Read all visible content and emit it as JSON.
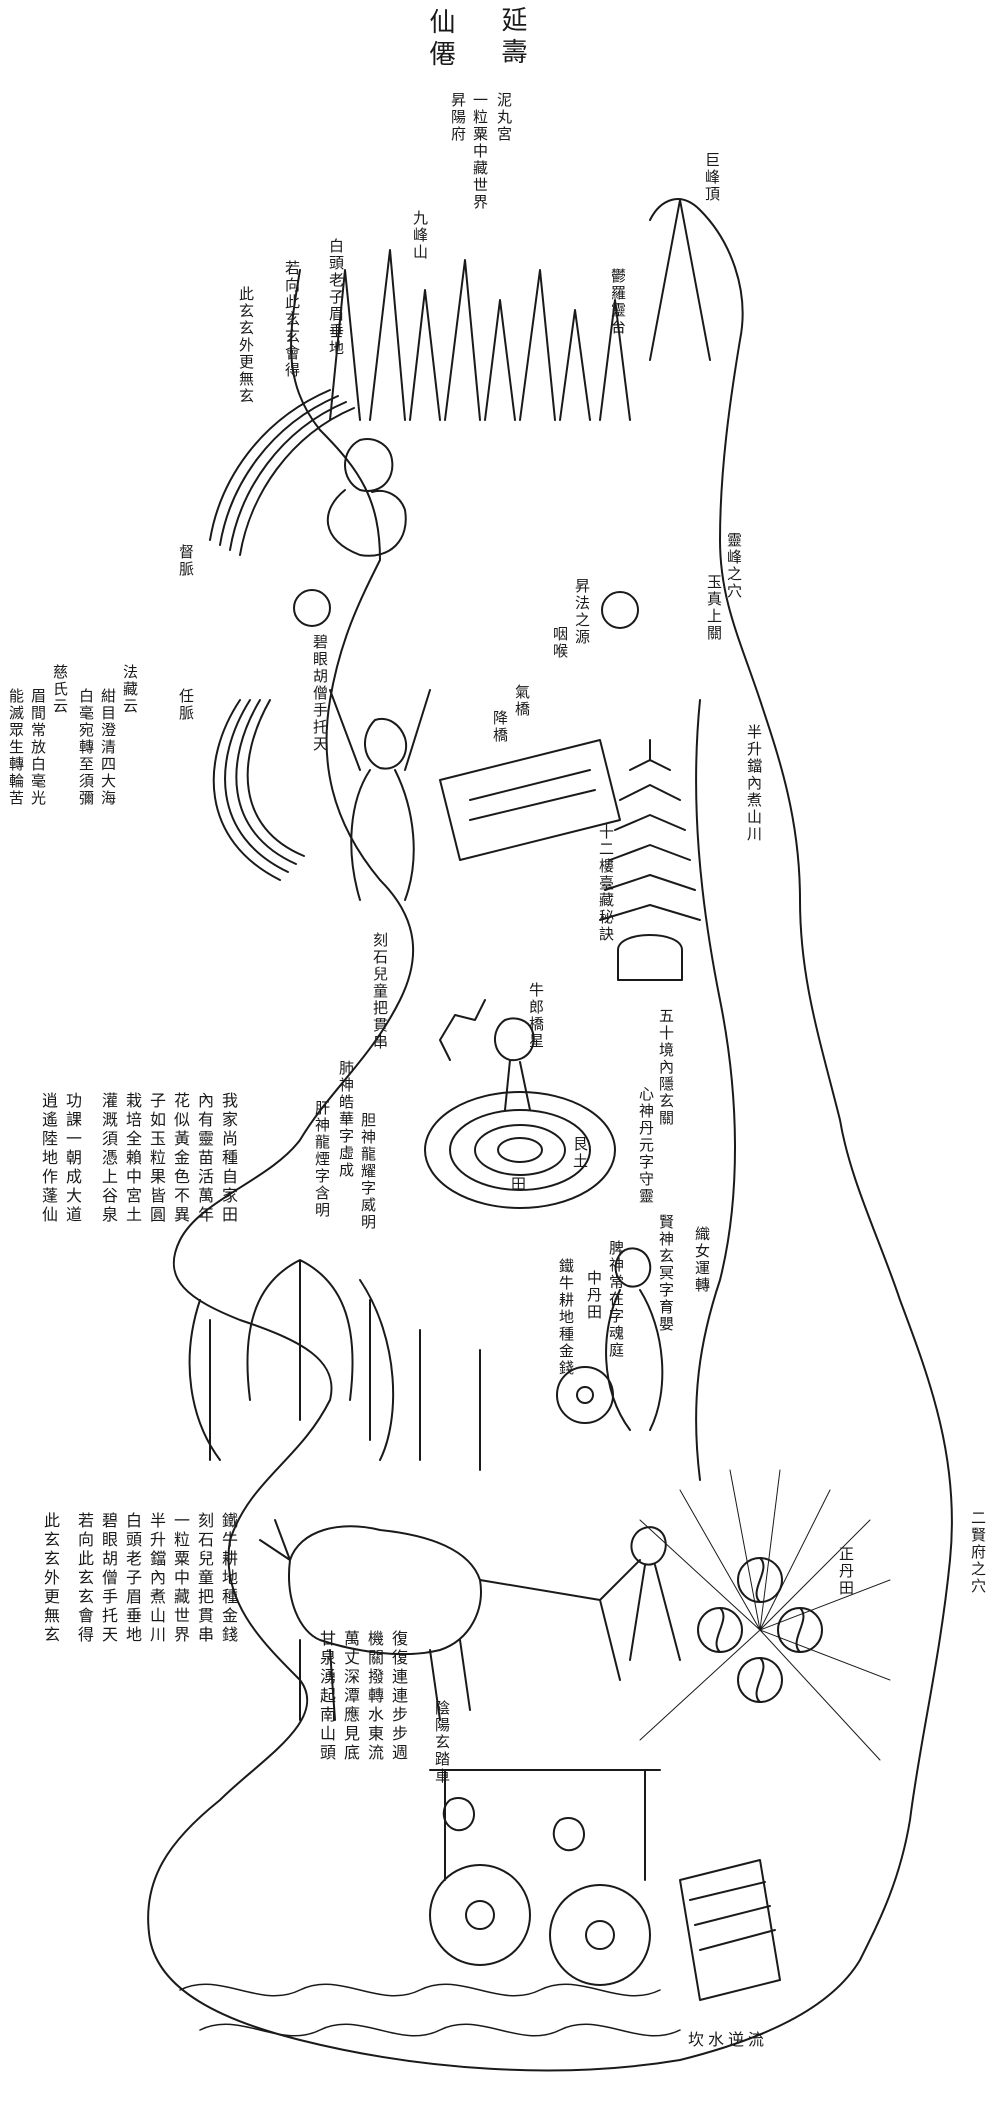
{
  "colors": {
    "ink": "#1a1a1a",
    "paper": "#ffffff"
  },
  "title": {
    "col1": "延壽",
    "col2": "仙僊"
  },
  "labels": {
    "niwan_a": "泥丸宮",
    "niwan_b": "一粒粟中藏世界",
    "niwan_c": "昇陽府",
    "jufeng": "巨峰頂",
    "jiufeng": "九峰山",
    "yuluo": "鬱羅靈台",
    "baitou_a": "白頭老子眉垂地",
    "baitou_b": "若向此玄玄會得",
    "cixuan": "此玄玄外更無玄",
    "dumai": "督脈",
    "lingfeng": "靈峰之穴",
    "yuzhen": "玉真上關",
    "shengfa": "昇法之源",
    "yanhou": "咽喉",
    "bilan": "碧眼胡僧手托天",
    "qiqiao_a": "氣橋",
    "qiqiao_b": "降橋",
    "renmai": "任脈",
    "fazang_a": "法藏云",
    "fazang_b": "紺目澄清四大海",
    "fazang_c": "白毫宛轉至須彌",
    "cishi_a": "慈氏云",
    "cishi_b": "眉間常放白毫光",
    "cishi_c": "能滅眾生轉輪苦",
    "banshe": "半升鐺內煮山川",
    "shier": "十二樓臺藏秘訣",
    "keshi": "刻石兒童把貫串",
    "niulang": "牛郎橋星",
    "wushi": "五十境內隱玄關",
    "xinshen": "心神丹元字守靈",
    "feishen": "肺神皓華字虛成",
    "ganshen": "肝神龍煙字含明",
    "danshen": "胆神龍耀字威明",
    "gentu": "艮土",
    "yintian": "田",
    "shenshen": "賢神玄冥字育嬰",
    "pishen": "脾神常在字魂庭",
    "zhongdan": "中丹田",
    "tieniu": "鐵牛耕地種金錢",
    "zhinu": "織女運轉",
    "ershen": "二賢府之穴",
    "zhengdan": "正丹田",
    "yinyang": "陰陽玄踏車",
    "kanshui": "坎水逆流"
  },
  "poem_top": [
    "我家尚種自家田",
    "內有靈苗活萬年",
    "花似黃金色不異",
    "子如玉粒果皆圓",
    "栽培全賴中宮土",
    "灌溉須憑上谷泉",
    "功課一朝成大道",
    "逍遙陸地作蓬仙"
  ],
  "poem_bottom": [
    "鐵牛耕地種金錢",
    "刻石兒童把貫串",
    "一粒粟中藏世界",
    "半升鐺內煮山川",
    "白頭老子眉垂地",
    "碧眼胡僧手托天",
    "若向此玄玄會得",
    "此玄玄外更無玄"
  ],
  "poem_water": [
    "復復連連步步週",
    "機關撥轉水東流",
    "萬丈深潭應見底",
    "甘泉湧起南山頭"
  ]
}
